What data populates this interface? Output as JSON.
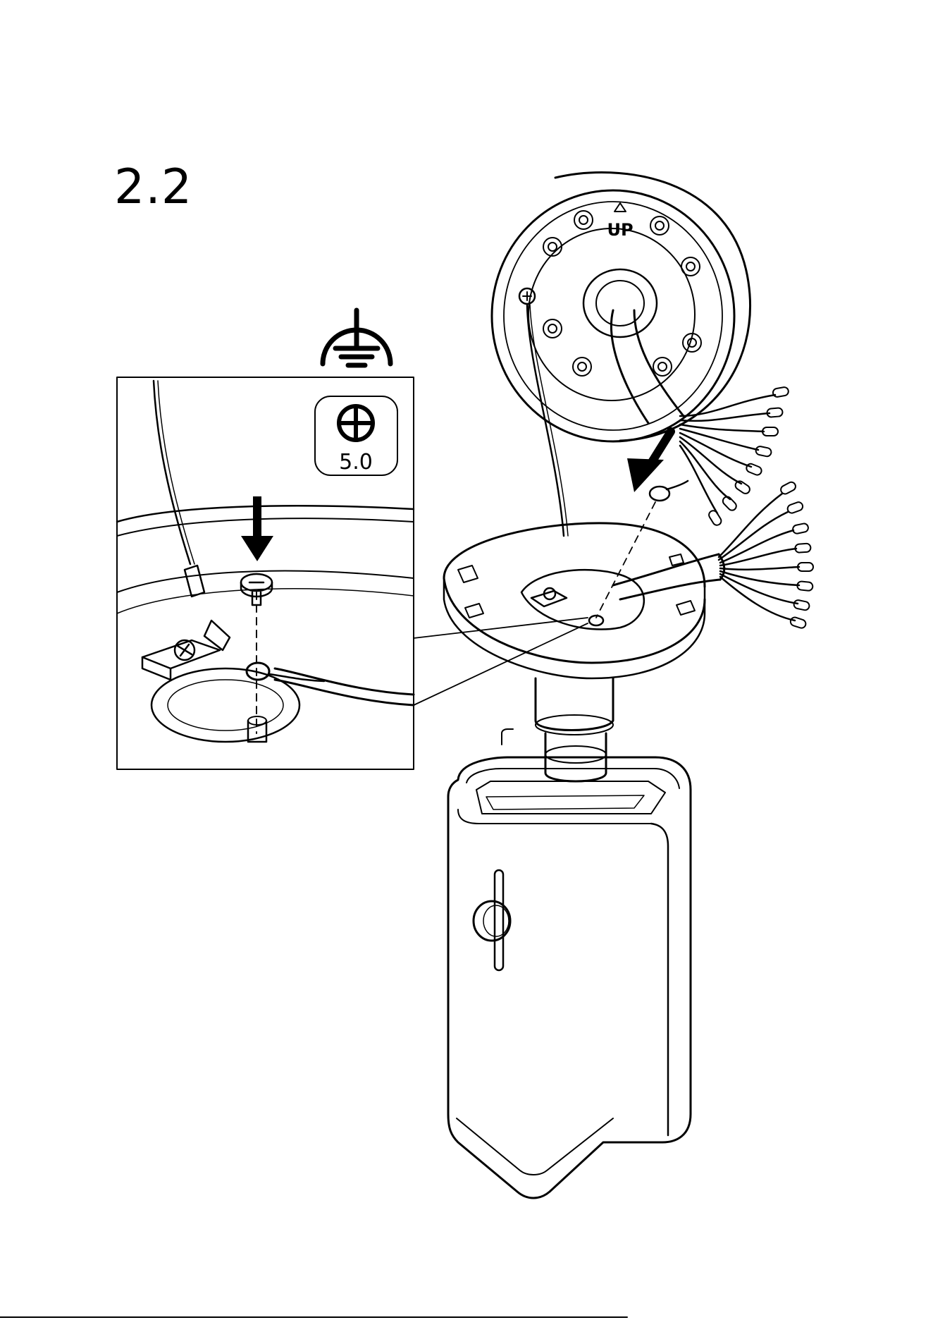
{
  "page": {
    "step_number": "2.2",
    "ink_color": "#000000",
    "paper_color": "#ffffff"
  },
  "illustration": {
    "ground_symbol": "ground-icon",
    "tool": {
      "icon": "phillips-screwdriver-icon",
      "size_label": "5.0"
    },
    "mount_label": "UP",
    "arrows": [
      "arrow-down-icon",
      "arrow-diagonal-icon"
    ]
  }
}
